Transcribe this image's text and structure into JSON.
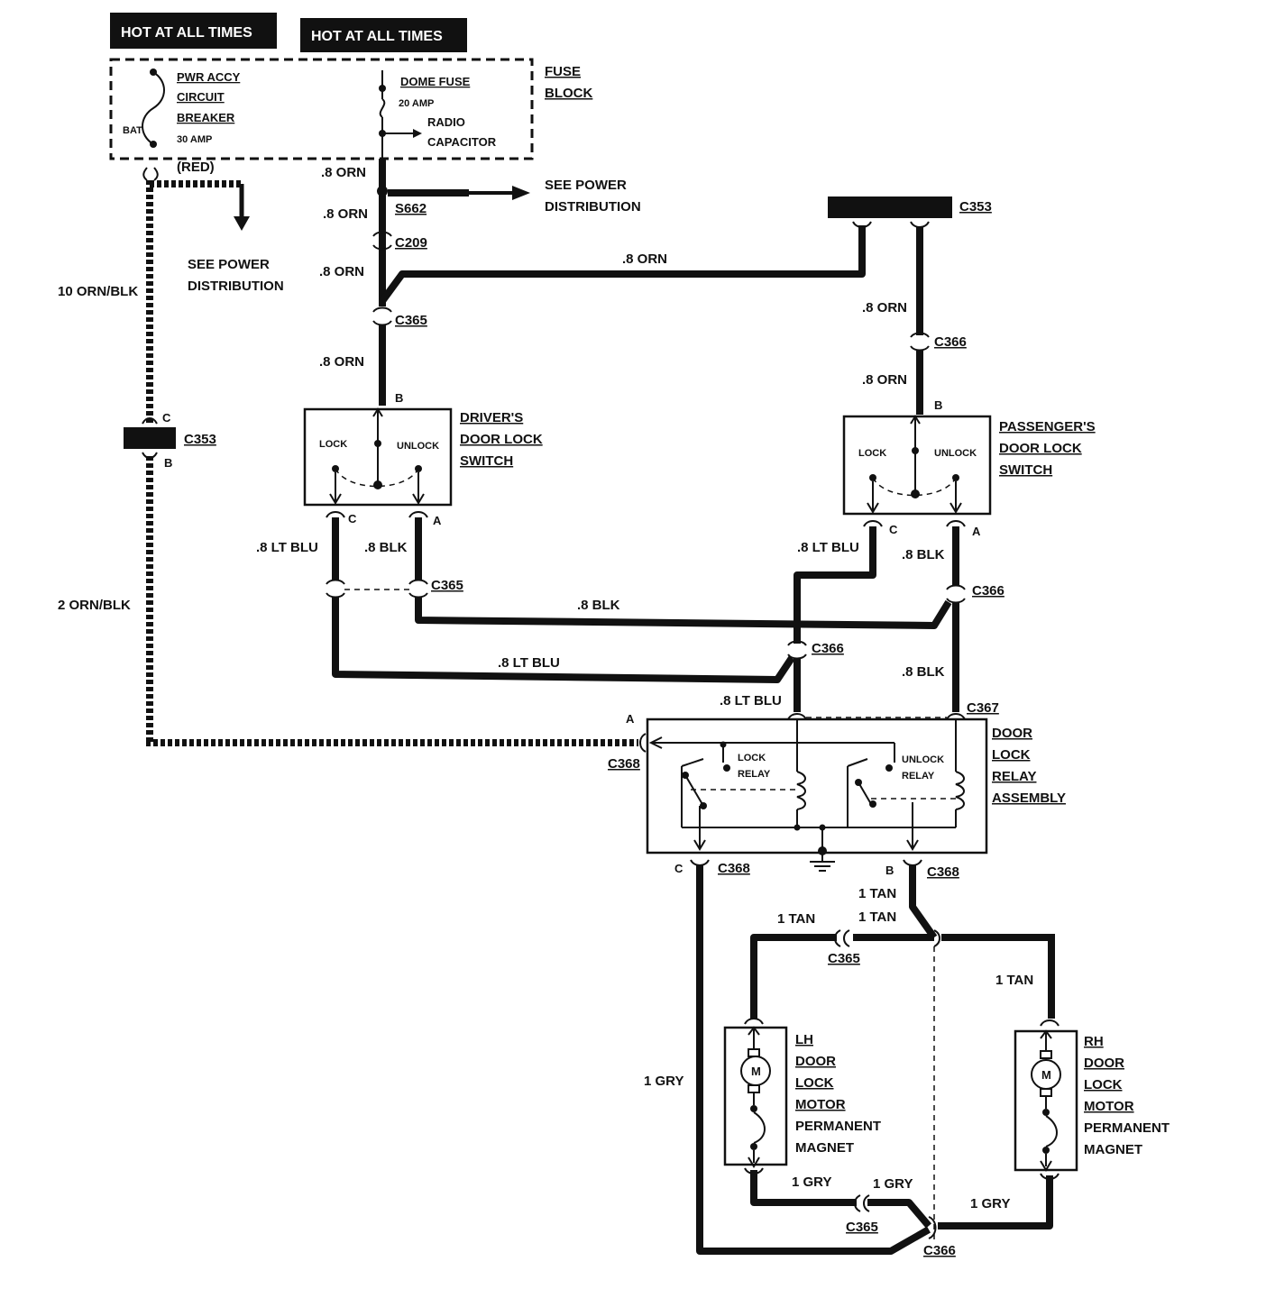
{
  "header": {
    "hot1": "HOT AT ALL TIMES",
    "hot2": "HOT AT ALL TIMES"
  },
  "fuse_block": {
    "label_line1": "FUSE",
    "label_line2": "BLOCK",
    "breaker_line1": "PWR ACCY",
    "breaker_line2": "CIRCUIT",
    "breaker_line3": "BREAKER",
    "breaker_amp": "30 AMP",
    "bat": "BAT",
    "dome_fuse": "DOME FUSE",
    "dome_amp": "20 AMP",
    "radio1": "RADIO",
    "radio2": "CAPACITOR"
  },
  "notes": {
    "red": "(RED)",
    "see_power_1a": "SEE POWER",
    "see_power_1b": "DISTRIBUTION",
    "see_power_2a": "SEE POWER",
    "see_power_2b": "DISTRIBUTION"
  },
  "wires": {
    "orn_a": ".8 ORN",
    "orn_b": ".8 ORN",
    "orn_c": ".8 ORN",
    "orn_d": ".8 ORN",
    "orn_top": ".8 ORN",
    "orn_e": ".8 ORN",
    "orn_f": ".8 ORN",
    "orn_blk_10": "10 ORN/BLK",
    "orn_blk_2": "2 ORN/BLK",
    "ltblu_1": ".8 LT BLU",
    "blk_1": ".8 BLK",
    "blk_mid": ".8 BLK",
    "ltblu_mid": ".8 LT BLU",
    "ltblu_2": ".8 LT BLU",
    "blk_2": ".8 BLK",
    "blk_3": ".8 BLK",
    "ltblu_3": ".8 LT BLU",
    "tan_1": "1 TAN",
    "tan_2": "1 TAN",
    "tan_3": "1 TAN",
    "tan_4": "1 TAN",
    "gry_1": "1 GRY",
    "gry_2": "1 GRY",
    "gry_3": "1 GRY",
    "gry_4": "1 GRY"
  },
  "connectors": {
    "s662": "S662",
    "c209": "C209",
    "c365_a": "C365",
    "c365_b": "C365",
    "c365_c": "C365",
    "c365_d": "C365",
    "c353_top": "C353",
    "c353_left": "C353",
    "c366_a": "C366",
    "c366_b": "C366",
    "c366_c": "C366",
    "c366_d": "C366",
    "c367": "C367",
    "c368_a": "C368",
    "c368_c": "C368",
    "c368_b": "C368"
  },
  "pins": {
    "b_driver": "B",
    "c_driver": "C",
    "a_driver": "A",
    "b_pass": "B",
    "c_pass": "C",
    "a_pass": "A",
    "c_353": "C",
    "b_353": "B",
    "a_relay": "A",
    "c_relay": "C",
    "b_relay": "B"
  },
  "components": {
    "driver_switch": {
      "l1": "DRIVER'S",
      "l2": "DOOR LOCK",
      "l3": "SWITCH",
      "lock": "LOCK",
      "unlock": "UNLOCK"
    },
    "pass_switch": {
      "l1": "PASSENGER'S",
      "l2": "DOOR LOCK",
      "l3": "SWITCH",
      "lock": "LOCK",
      "unlock": "UNLOCK"
    },
    "relay": {
      "l1": "DOOR",
      "l2": "LOCK",
      "l3": "RELAY",
      "l4": "ASSEMBLY",
      "lock1": "LOCK",
      "lock2": "RELAY",
      "unlock1": "UNLOCK",
      "unlock2": "RELAY"
    },
    "lh_motor": {
      "l1": "LH",
      "l2": "DOOR",
      "l3": "LOCK",
      "l4": "MOTOR",
      "l5": "PERMANENT",
      "l6": "MAGNET",
      "m": "M"
    },
    "rh_motor": {
      "l1": "RH",
      "l2": "DOOR",
      "l3": "LOCK",
      "l4": "MOTOR",
      "l5": "PERMANENT",
      "l6": "MAGNET",
      "m": "M"
    }
  }
}
